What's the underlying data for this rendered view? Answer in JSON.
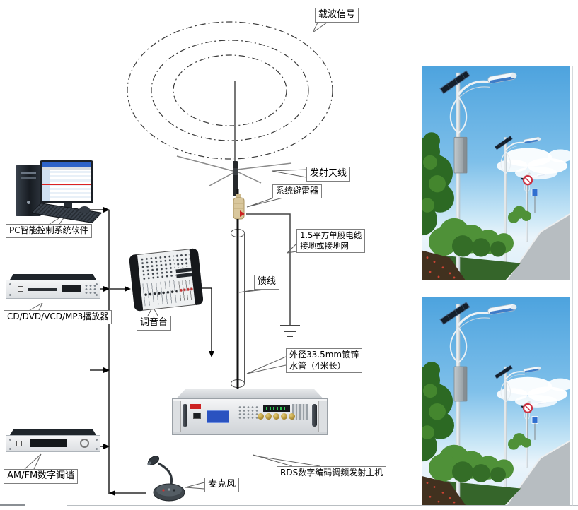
{
  "callouts": {
    "carrier_signal": "载波信号",
    "tx_antenna": "发射天线",
    "arrester": "系统避雷器",
    "ground_wire": [
      "1.5平方单股电线",
      "接地或接地网"
    ],
    "feeder": "馈线",
    "pipe": [
      "外径33.5mm镀锌",
      "水管（4米长）"
    ],
    "pc_software": "PC智能控制系统软件",
    "cd_player": "CD/DVD/VCD/MP3播放器",
    "mixer": "调音台",
    "am_fm_tuner": "AM/FM数字调谐",
    "microphone": "麦克风",
    "rds_host": "RDS数字编码调频发射主机"
  },
  "colors": {
    "line": "#000000",
    "callout_border": "#7f7f7f",
    "sky_blue": "#5aade2",
    "lcd_blue": "#2a52c0",
    "logo_red": "#cc2222",
    "arrester_beige": "#d9c79c"
  }
}
